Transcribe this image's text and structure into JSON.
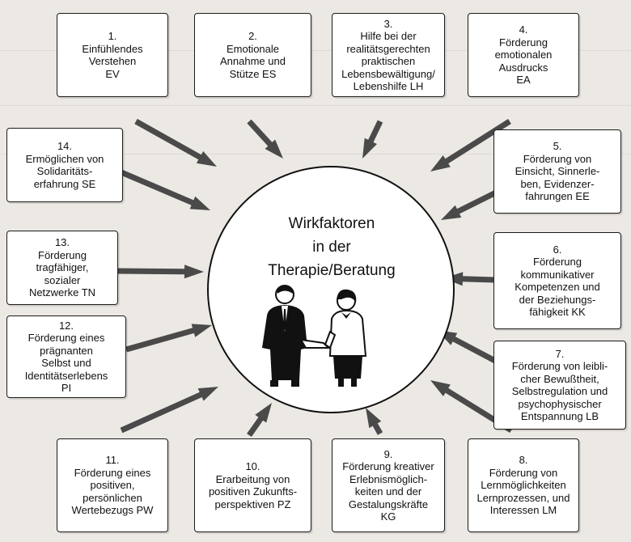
{
  "center": {
    "title": "Wirkfaktoren\nin der\nTherapie/Beratung"
  },
  "factors": [
    {
      "num": "1.",
      "text": "Einfühlendes\nVerstehen\nEV"
    },
    {
      "num": "2.",
      "text": "Emotionale\nAnnahme und\nStütze ES"
    },
    {
      "num": "3.",
      "text": "Hilfe bei der\nrealitätsgerechten\npraktischen\nLebensbewältigung/\nLebenshilfe LH"
    },
    {
      "num": "4.",
      "text": "Förderung\nemotionalen\nAusdrucks\nEA"
    },
    {
      "num": "5.",
      "text": "Förderung von\nEinsicht, Sinnerle-\nben, Evidenzer-\nfahrungen EE"
    },
    {
      "num": "6.",
      "text": "Förderung\nkommunikativer\nKompetenzen und\nder Beziehungs-\nfähigkeit KK"
    },
    {
      "num": "7.",
      "text": "Förderung von leibli-\ncher Bewußtheit,\nSelbstregulation und\npsychophysischer\nEntspannung  LB"
    },
    {
      "num": "8.",
      "text": "Förderung von\nLernmöglichkeiten\nLernprozessen, und\nInteressen LM"
    },
    {
      "num": "9.",
      "text": "Förderung kreativer\nErlebnismöglich-\nkeiten und der\nGestalungskräfte\nKG"
    },
    {
      "num": "10.",
      "text": "Erarbeitung von\npositiven Zukunfts-\nperspektiven PZ"
    },
    {
      "num": "11.",
      "text": "Förderung eines\npositiven,\npersönlichen\nWertebezugs PW"
    },
    {
      "num": "12.",
      "text": "Förderung eines\nprägnanten\nSelbst und\nIdentitätserlebens\nPI"
    },
    {
      "num": "13.",
      "text": "Förderung\ntragfähiger,\nsozialer\nNetzwerke TN"
    },
    {
      "num": "14.",
      "text": "Ermöglichen von\nSolidaritäts-\nerfahrung SE"
    }
  ],
  "colors": {
    "arrow": "#4a4a4a",
    "box_border": "#1a1a1a",
    "background": "#ece9e4"
  }
}
